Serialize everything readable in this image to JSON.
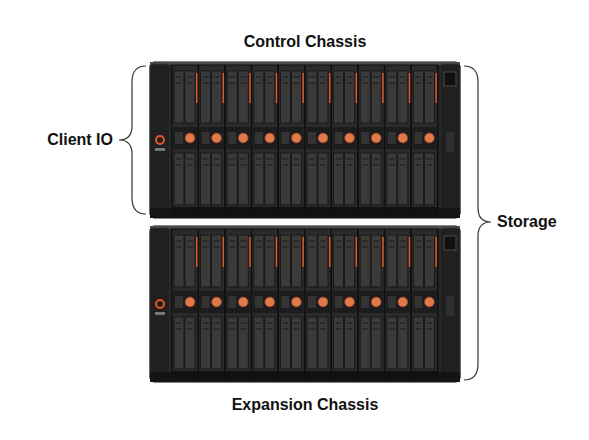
{
  "diagram": {
    "nodes": [
      {
        "text": [
          "Control Chassis"
        ]
      },
      {
        "text": [
          "Expansion Chassis"
        ]
      }
    ],
    "labels": [
      "Client IO",
      "Storage"
    ]
  }
}
